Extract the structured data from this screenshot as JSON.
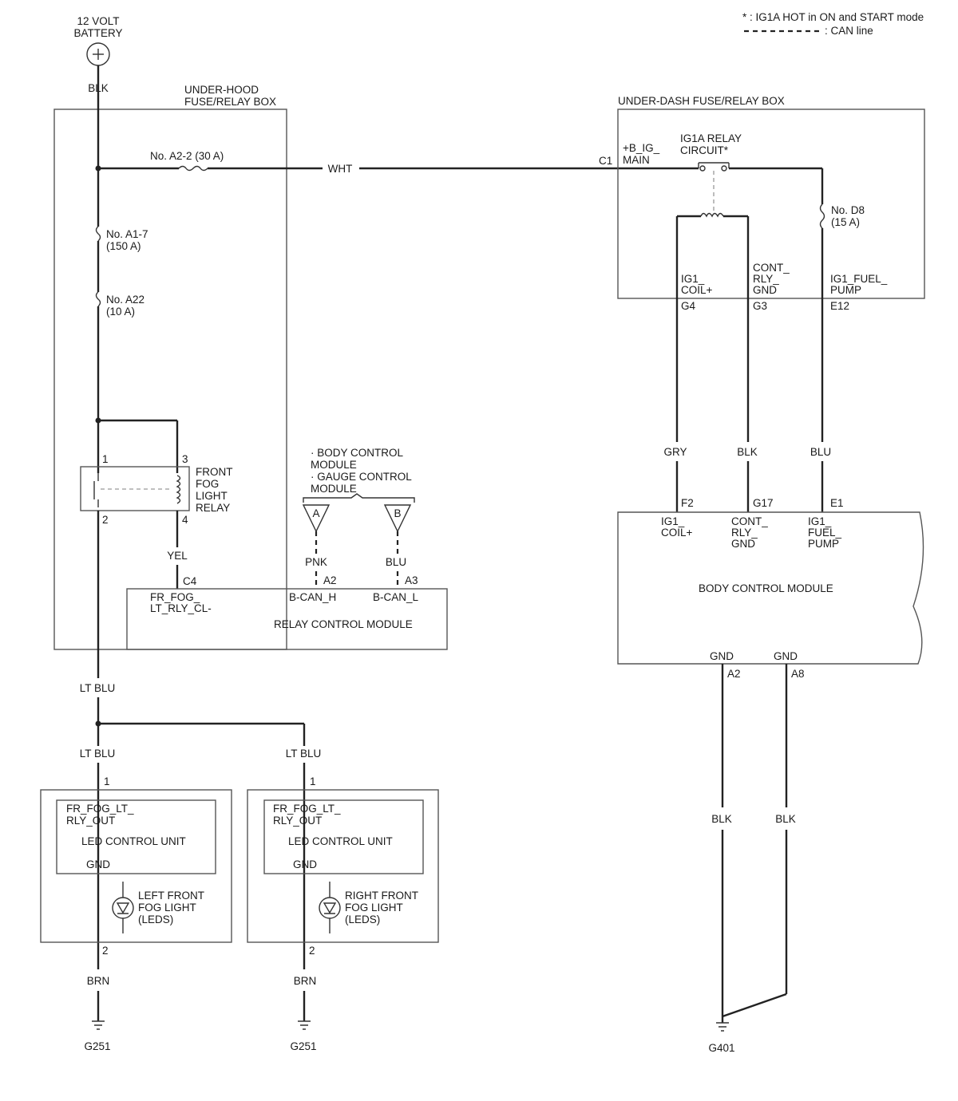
{
  "legend": {
    "ig1a_note": "* : IG1A HOT in ON and START mode",
    "can_line": ": CAN line"
  },
  "battery": {
    "line1": "12 VOLT",
    "line2": "BATTERY",
    "wire": "BLK"
  },
  "underhood_box": {
    "line1": "UNDER-HOOD",
    "line2": "FUSE/RELAY BOX",
    "fuse_a2_2": "No. A2-2 (30 A)",
    "fuse_a1_7": {
      "line1": "No. A1-7",
      "line2": "(150 A)"
    },
    "fuse_a22": {
      "line1": "No. A22",
      "line2": "(10 A)"
    },
    "relay": {
      "line1": "FRONT",
      "line2": "FOG",
      "line3": "LIGHT",
      "line4": "RELAY",
      "pin1": "1",
      "pin2": "2",
      "pin3": "3",
      "pin4": "4"
    },
    "relay_wire": "YEL",
    "main_wire": "WHT"
  },
  "can_modules": {
    "line1": "· BODY CONTROL",
    "line2": "MODULE",
    "line3": "· GAUGE CONTROL",
    "line4": "MODULE",
    "conn_a": "A",
    "conn_b": "B",
    "wire_a": "PNK",
    "wire_b": "BLU"
  },
  "relay_control_module": {
    "name": "RELAY CONTROL MODULE",
    "c4": "C4",
    "a2": "A2",
    "a3": "A3",
    "fr_fog_1": "FR_FOG_",
    "fr_fog_2": "LT_RLY_CL-",
    "bcan_h": "B-CAN_H",
    "bcan_l": "B-CAN_L"
  },
  "underdash_box": {
    "title": "UNDER-DASH FUSE/RELAY BOX",
    "c1": "C1",
    "b_ig_1": "+B_IG_",
    "b_ig_2": "MAIN",
    "relay_1": "IG1A RELAY",
    "relay_2": "CIRCUIT*",
    "fuse_d8_1": "No. D8",
    "fuse_d8_2": "(15 A)",
    "ig1_coil_1": "IG1_",
    "ig1_coil_2": "COIL+",
    "cont_1": "CONT_",
    "cont_2": "RLY_",
    "cont_3": "GND",
    "fuel_1": "IG1_FUEL_",
    "fuel_2": "PUMP",
    "g4": "G4",
    "g3": "G3",
    "e12": "E12"
  },
  "bcm_wires": {
    "gry": "GRY",
    "blk": "BLK",
    "blu": "BLU"
  },
  "body_control_module": {
    "name": "BODY CONTROL MODULE",
    "f2": "F2",
    "g17": "G17",
    "e1": "E1",
    "ig1_coil_1": "IG1_",
    "ig1_coil_2": "COIL+",
    "cont_1": "CONT_",
    "cont_2": "RLY_",
    "cont_3": "GND",
    "fuel_1": "IG1_",
    "fuel_2": "FUEL_",
    "fuel_3": "PUMP",
    "gnd1": "GND",
    "gnd2": "GND",
    "a2": "A2",
    "a8": "A8",
    "wire1": "BLK",
    "wire2": "BLK",
    "ground": "G401"
  },
  "lower_left": {
    "wire_main": "LT BLU",
    "wire_left": "LT BLU",
    "wire_right": "LT BLU"
  },
  "left_fog": {
    "pin1": "1",
    "pin2": "2",
    "out_1": "FR_FOG_LT_",
    "out_2": "RLY_OUT",
    "unit": "LED CONTROL UNIT",
    "gnd": "GND",
    "light_1": "LEFT FRONT",
    "light_2": "FOG LIGHT",
    "light_3": "(LEDS)",
    "wire": "BRN",
    "ground": "G251"
  },
  "right_fog": {
    "pin1": "1",
    "pin2": "2",
    "out_1": "FR_FOG_LT_",
    "out_2": "RLY_OUT",
    "unit": "LED CONTROL UNIT",
    "gnd": "GND",
    "light_1": "RIGHT FRONT",
    "light_2": "FOG LIGHT",
    "light_3": "(LEDS)",
    "wire": "BRN",
    "ground": "G251"
  }
}
